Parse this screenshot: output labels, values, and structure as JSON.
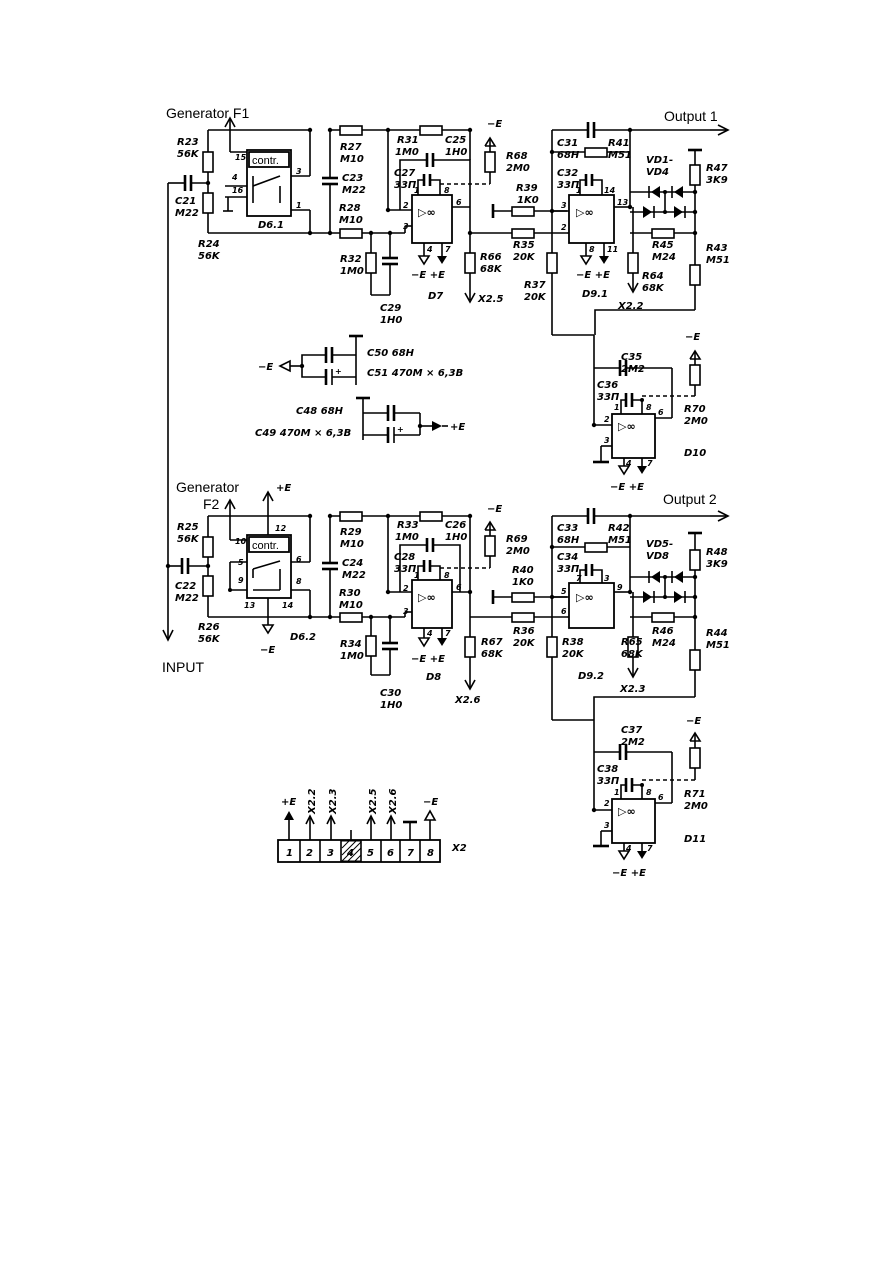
{
  "titles": {
    "gen1": "Generator F1",
    "gen2a": "Generator",
    "gen2b": "F2",
    "out1": "Output 1",
    "out2": "Output 2",
    "input": "INPUT"
  },
  "contr_label": "contr.",
  "amp_symbol": "▷∞",
  "chips": {
    "d61": "D6.1",
    "d62": "D6.2",
    "d7": "D7",
    "d8": "D8",
    "d91": "D9.1",
    "d92": "D9.2",
    "d10": "D10",
    "d11": "D11"
  },
  "parts": {
    "r23": [
      "R23",
      "56K"
    ],
    "r24": [
      "R24",
      "56K"
    ],
    "r25": [
      "R25",
      "56K"
    ],
    "r26": [
      "R26",
      "56K"
    ],
    "c21": [
      "C21",
      "M22"
    ],
    "c22": [
      "C22",
      "M22"
    ],
    "r27": [
      "R27",
      "M10"
    ],
    "r28": [
      "R28",
      "M10"
    ],
    "r29": [
      "R29",
      "M10"
    ],
    "r30": [
      "R30",
      "M10"
    ],
    "c23": [
      "C23",
      "M22"
    ],
    "c24": [
      "C24",
      "M22"
    ],
    "r31": [
      "R31",
      "1M0"
    ],
    "r32": [
      "R32",
      "1M0"
    ],
    "r33": [
      "R33",
      "1M0"
    ],
    "r34": [
      "R34",
      "1M0"
    ],
    "c25": [
      "C25",
      "1H0"
    ],
    "c26": [
      "C26",
      "1H0"
    ],
    "c27": [
      "C27",
      "33П"
    ],
    "c28": [
      "C28",
      "33П"
    ],
    "c29": [
      "C29",
      "1H0"
    ],
    "c30": [
      "C30",
      "1H0"
    ],
    "r68": [
      "R68",
      "2M0"
    ],
    "r69": [
      "R69",
      "2M0"
    ],
    "r66": [
      "R66",
      "68K"
    ],
    "r67": [
      "R67",
      "68K"
    ],
    "r39": [
      "R39",
      "1K0"
    ],
    "r40": [
      "R40",
      "1K0"
    ],
    "r35": [
      "R35",
      "20K"
    ],
    "r36": [
      "R36",
      "20K"
    ],
    "r37": [
      "R37",
      "20K"
    ],
    "r38": [
      "R38",
      "20K"
    ],
    "c31": [
      "C31",
      "68H"
    ],
    "c33": [
      "C33",
      "68H"
    ],
    "c32": [
      "C32",
      "33П"
    ],
    "c34": [
      "C34",
      "33П"
    ],
    "r41": [
      "R41",
      "M51"
    ],
    "r42": [
      "R42",
      "M51"
    ],
    "r64": [
      "R64",
      "68K"
    ],
    "r65": [
      "R65",
      "68K"
    ],
    "r45": [
      "R45",
      "M24"
    ],
    "r46": [
      "R46",
      "M24"
    ],
    "r47": [
      "R47",
      "3K9"
    ],
    "r48": [
      "R48",
      "3K9"
    ],
    "r43": [
      "R43",
      "M51"
    ],
    "r44": [
      "R44",
      "M51"
    ],
    "vd1": [
      "VD1-",
      "VD4"
    ],
    "vd5": [
      "VD5-",
      "VD8"
    ],
    "c35": [
      "C35",
      "2M2"
    ],
    "c37": [
      "C37",
      "2M2"
    ],
    "c36": [
      "C36",
      "33П"
    ],
    "c38": [
      "C38",
      "33П"
    ],
    "r70": [
      "R70",
      "2M0"
    ],
    "r71": [
      "R71",
      "2M0"
    ]
  },
  "supply": {
    "neg": "−E",
    "pos": "+E",
    "negpos": "−E +E",
    "c50": "C50  68H",
    "c51": "C51  470M × 6,3B",
    "c48": "C48  68H",
    "c49": "C49  470M × 6,3B"
  },
  "net_labels": {
    "x25": "X2.5",
    "x22": "X2.2",
    "x26": "X2.6",
    "x23": "X2.3"
  },
  "connector": {
    "name": "X2",
    "pins": [
      "1",
      "2",
      "3",
      "4",
      "5",
      "6",
      "7",
      "8"
    ],
    "signals": [
      "+E",
      "X2.2",
      "X2.3",
      "",
      "X2.5",
      "X2.6",
      "",
      "−E"
    ]
  },
  "pin_numbers": {
    "d61": [
      "15",
      "4",
      "16",
      "3",
      "1"
    ],
    "d62": [
      "12",
      "10",
      "5",
      "9",
      "6",
      "8",
      "13",
      "14"
    ],
    "d7": [
      "2",
      "3",
      "6",
      "8",
      "1",
      "4",
      "7"
    ],
    "d8": [
      "1",
      "2",
      "3",
      "6",
      "8",
      "4",
      "7"
    ],
    "d91": [
      "1",
      "3",
      "2",
      "13",
      "14",
      "8",
      "11"
    ],
    "d92": [
      "7",
      "5",
      "6",
      "9",
      "3"
    ],
    "d10": [
      "1",
      "2",
      "3",
      "6",
      "8",
      "4",
      "7"
    ],
    "d11": [
      "1",
      "2",
      "3",
      "6",
      "8",
      "4",
      "7"
    ]
  }
}
